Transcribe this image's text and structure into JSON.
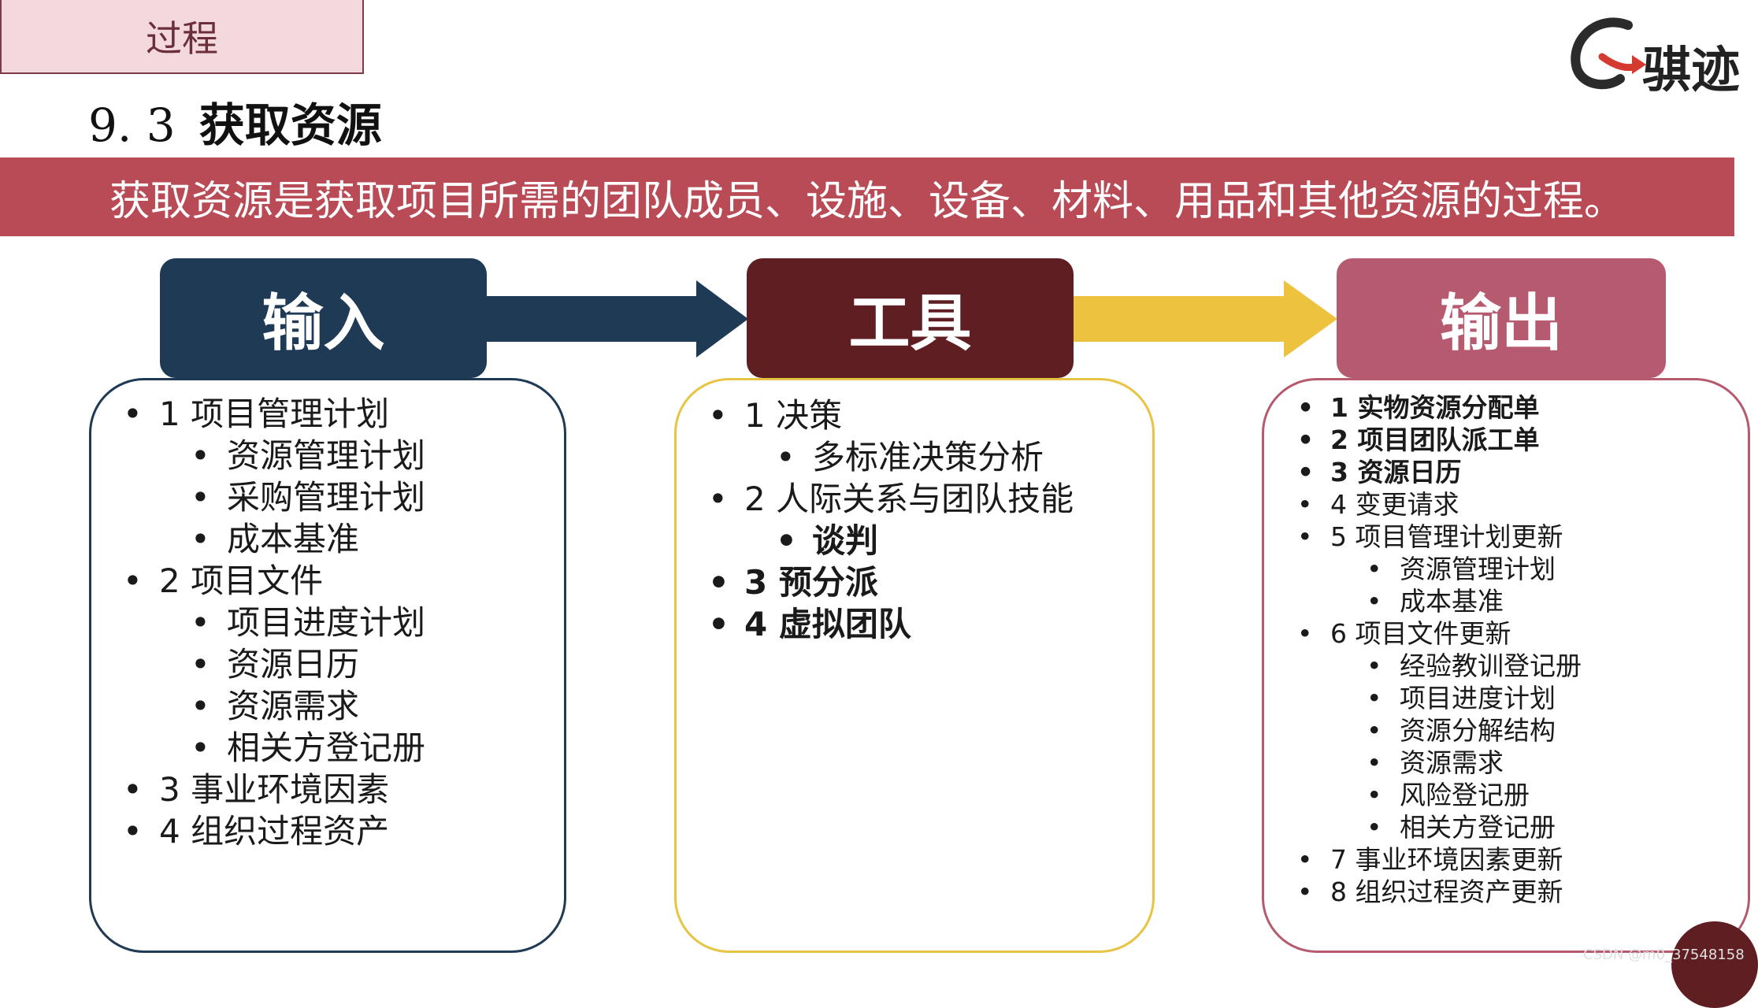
{
  "section_tab": "过程",
  "title_number": "9. 3",
  "title_text": "获取资源",
  "logo_text": "骐迹",
  "banner": "获取资源是获取项目所需的团队成员、设施、设备、材料、用品和其他资源的过程。",
  "columns": {
    "input": {
      "header": "输入",
      "items": [
        {
          "text": "1 项目管理计划",
          "level": 1
        },
        {
          "text": "资源管理计划",
          "level": 2
        },
        {
          "text": "采购管理计划",
          "level": 2
        },
        {
          "text": "成本基准",
          "level": 2
        },
        {
          "text": "2 项目文件",
          "level": 1
        },
        {
          "text": "项目进度计划",
          "level": 2
        },
        {
          "text": "资源日历",
          "level": 2
        },
        {
          "text": "资源需求",
          "level": 2
        },
        {
          "text": "相关方登记册",
          "level": 2
        },
        {
          "text": "3 事业环境因素",
          "level": 1
        },
        {
          "text": "4 组织过程资产",
          "level": 1
        }
      ]
    },
    "tools": {
      "header": "工具",
      "items": [
        {
          "text": "1 决策",
          "level": 1
        },
        {
          "text": "多标准决策分析",
          "level": 2
        },
        {
          "text": "2 人际关系与团队技能",
          "level": 1
        },
        {
          "text": "谈判",
          "level": 2,
          "bold": true
        },
        {
          "text": "3 预分派",
          "level": 1,
          "bold": true
        },
        {
          "text": "4 虚拟团队",
          "level": 1,
          "bold": true
        }
      ]
    },
    "output": {
      "header": "输出",
      "items": [
        {
          "text": "1 实物资源分配单",
          "level": 1,
          "bold": true
        },
        {
          "text": "2 项目团队派工单",
          "level": 1,
          "bold": true
        },
        {
          "text": "3 资源日历",
          "level": 1,
          "bold": true
        },
        {
          "text": "4 变更请求",
          "level": 1
        },
        {
          "text": "5 项目管理计划更新",
          "level": 1
        },
        {
          "text": "资源管理计划",
          "level": 2
        },
        {
          "text": "成本基准",
          "level": 2
        },
        {
          "text": "6 项目文件更新",
          "level": 1
        },
        {
          "text": "经验教训登记册",
          "level": 2
        },
        {
          "text": "项目进度计划",
          "level": 2
        },
        {
          "text": "资源分解结构",
          "level": 2
        },
        {
          "text": "资源需求",
          "level": 2
        },
        {
          "text": "风险登记册",
          "level": 2
        },
        {
          "text": "相关方登记册",
          "level": 2
        },
        {
          "text": "7 事业环境因素更新",
          "level": 1
        },
        {
          "text": "8 组织过程资产更新",
          "level": 1
        }
      ]
    }
  },
  "watermark": "CSDN @m0_37548158",
  "colors": {
    "banner": "#b94b56",
    "input": "#1e3a55",
    "tools": "#5e1e22",
    "output": "#b65a70",
    "arrow_1": "#1e3a55",
    "arrow_2": "#ecc23e"
  }
}
